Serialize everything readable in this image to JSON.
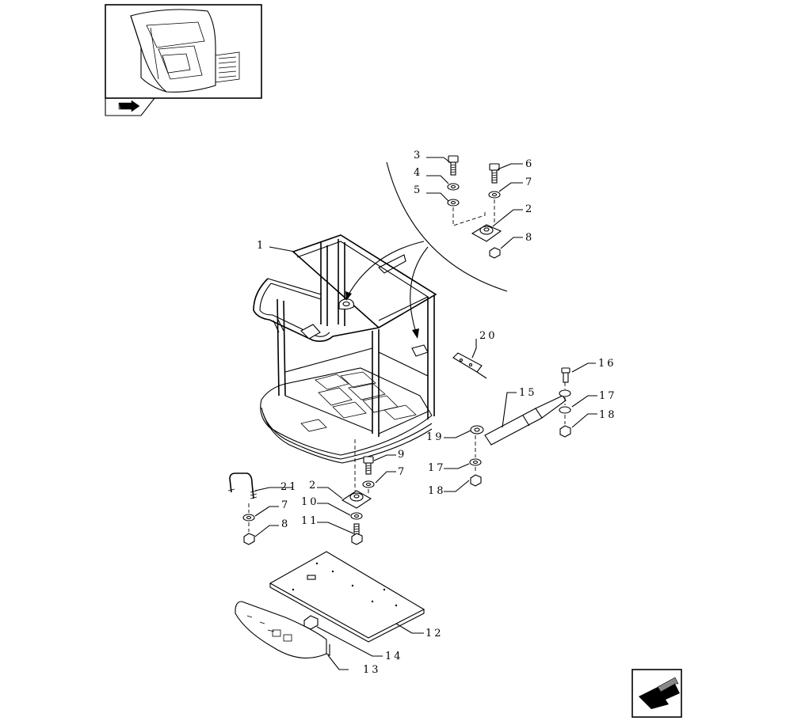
{
  "callouts": {
    "c1": "1",
    "c2_top": "2",
    "c3": "3",
    "c4": "4",
    "c5": "5",
    "c6": "6",
    "c7_top": "7",
    "c8_top": "8",
    "c20": "20",
    "c16": "16",
    "c15": "15",
    "c17_right": "17",
    "c18_right": "18",
    "c19": "19",
    "c17_left": "17",
    "c18_left": "18",
    "c9": "9",
    "c7_mid": "7",
    "c2_mid": "2",
    "c10": "10",
    "c11": "11",
    "c21": "21",
    "c7_low": "7",
    "c8_low": "8",
    "c12": "12",
    "c14": "14",
    "c13": "13"
  },
  "icons": {
    "thumbnail": "cab-assembly-thumbnail-icon",
    "nav_prev": "previous-page-arrow-icon",
    "nav_back": "back-arrow-icon"
  }
}
